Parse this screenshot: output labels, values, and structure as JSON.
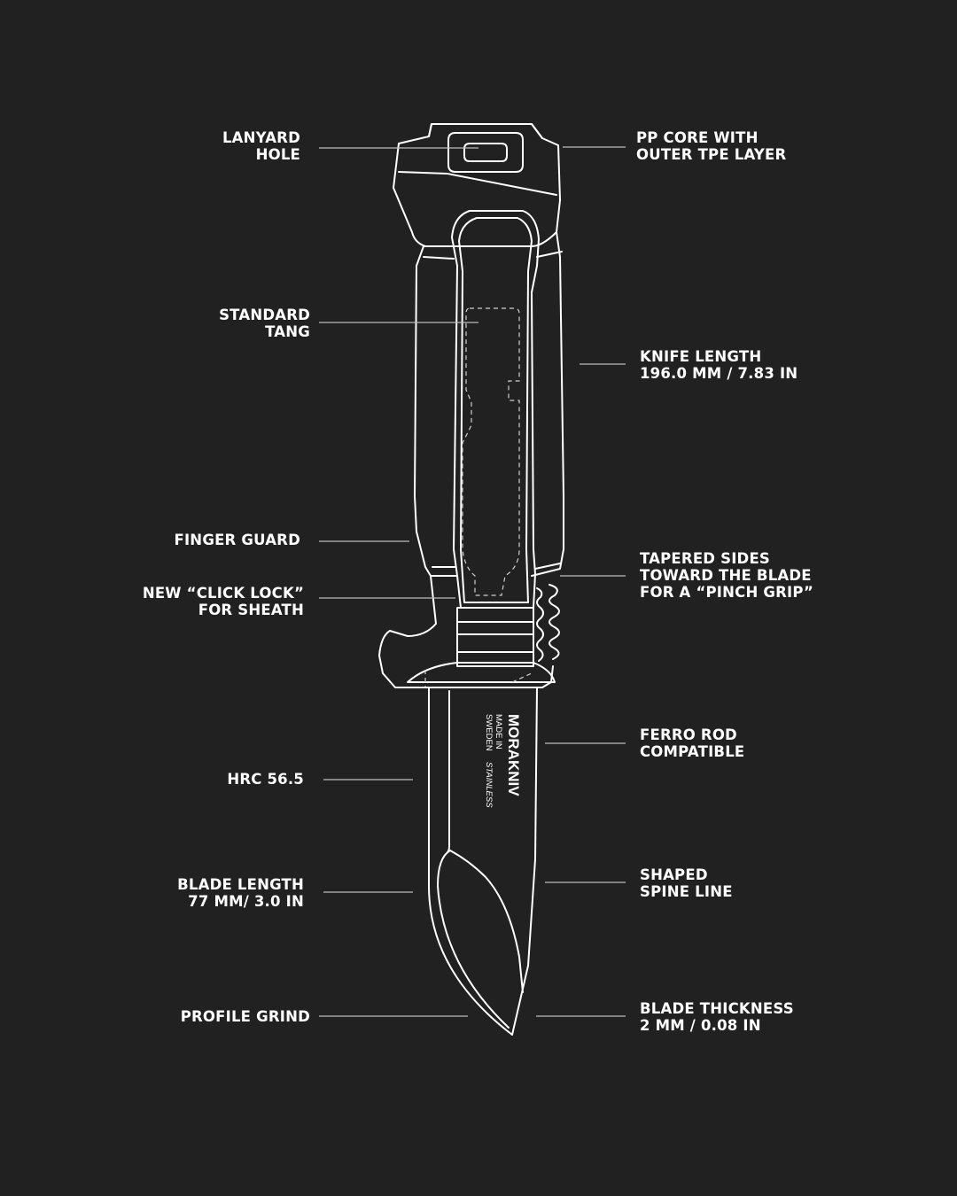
{
  "labels": {
    "lanyard_hole": [
      "LANYARD",
      "HOLE"
    ],
    "standard_tang": [
      "STANDARD",
      "TANG"
    ],
    "finger_guard": [
      "FINGER GUARD"
    ],
    "click_lock": [
      "NEW “CLICK LOCK”",
      "FOR SHEATH"
    ],
    "hrc": [
      "HRC 56.5"
    ],
    "blade_length": [
      "BLADE LENGTH",
      "77 MM/ 3.0 IN"
    ],
    "profile_grind": [
      "PROFILE GRIND"
    ],
    "pp_core": [
      "PP CORE WITH",
      "OUTER TPE LAYER"
    ],
    "knife_length": [
      "KNIFE LENGTH",
      "196.0 MM / 7.83 IN"
    ],
    "tapered_sides": [
      "TAPERED SIDES",
      "TOWARD THE BLADE",
      "FOR A “PINCH GRIP”"
    ],
    "ferro_rod": [
      "FERRO ROD",
      "COMPATIBLE"
    ],
    "shaped_spine": [
      "SHAPED",
      "SPINE LINE"
    ],
    "blade_thickness": [
      "BLADE THICKNESS",
      "2 MM / 0.08 IN"
    ]
  },
  "blade_engraving": {
    "brand": "MORAKNIV",
    "origin_line1": "MADE IN",
    "origin_line2": "SWEDEN",
    "material": "STAINLESS"
  },
  "colors": {
    "background": "#212121",
    "line": "#ffffff"
  }
}
